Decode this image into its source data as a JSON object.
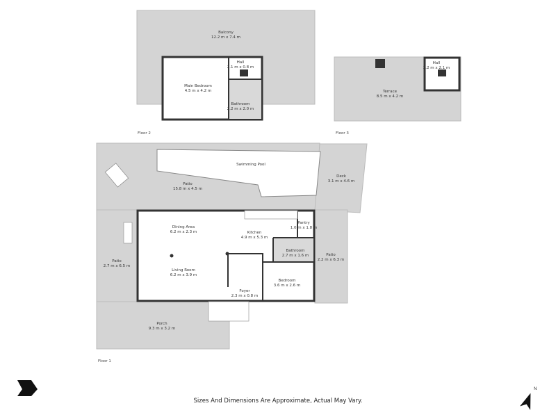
{
  "floors": {
    "floor2": {
      "label": "Floor 2",
      "rooms": [
        {
          "name": "Balcony",
          "size": "12.2 m x 7.4 m"
        },
        {
          "name": "Hall",
          "size": "2.1 m x 0.8 m"
        },
        {
          "name": "Main Bedroom",
          "size": "4.5 m x 4.2 m"
        },
        {
          "name": "Bathroom",
          "size": "2.2 m x 2.0 m"
        }
      ]
    },
    "floor3": {
      "label": "Floor 3",
      "rooms": [
        {
          "name": "Hall",
          "size": "2.2 m x 2.1 m"
        },
        {
          "name": "Terrace",
          "size": "8.5 m x 4.2 m"
        }
      ]
    },
    "floor1": {
      "label": "Floor 1",
      "rooms": [
        {
          "name": "Swimming Pool",
          "size": ""
        },
        {
          "name": "Patio",
          "size": "15.8 m x 4.5 m"
        },
        {
          "name": "Deck",
          "size": "3.1 m x 4.6 m"
        },
        {
          "name": "Dining Area",
          "size": "6.2 m x 2.3 m"
        },
        {
          "name": "Kitchen",
          "size": "4.9 m x 5.3 m"
        },
        {
          "name": "Pantry",
          "size": "1.0 m x 1.8 m"
        },
        {
          "name": "Bathroom",
          "size": "2.7 m x 1.6 m"
        },
        {
          "name": "Patio",
          "size": "2.7 m x 6.5 m"
        },
        {
          "name": "Living Room",
          "size": "6.2 m x 3.9 m"
        },
        {
          "name": "Patio",
          "size": "2.2 m x 6.3 m"
        },
        {
          "name": "Bedroom",
          "size": "3.6 m x 2.6 m"
        },
        {
          "name": "Foyer",
          "size": "2.3 m x 0.8 m"
        },
        {
          "name": "Porch",
          "size": "9.3 m x 3.2 m"
        }
      ]
    }
  },
  "footer": "Sizes And Dimensions Are Approximate, Actual May Vary.",
  "compass": "N",
  "colors": {
    "outdoor": "#d4d4d4",
    "wall": "#333333",
    "bathroom": "#d9d9d9"
  }
}
